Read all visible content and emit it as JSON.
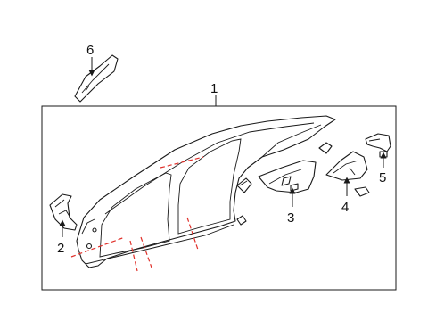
{
  "callouts": {
    "part_1": "1",
    "part_2": "2",
    "part_3": "3",
    "part_4": "4",
    "part_5": "5",
    "part_6": "6"
  },
  "colors": {
    "line": "#1a1a1a",
    "cut_line": "#e0302a",
    "background": "#ffffff"
  }
}
